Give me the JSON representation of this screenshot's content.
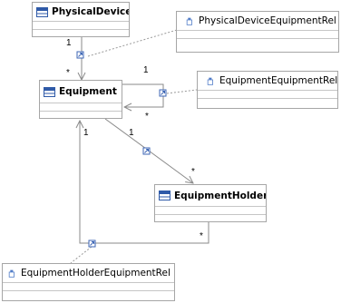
{
  "colors": {
    "line": "#8a8a8a",
    "box_border": "#a6a6a6",
    "entity_icon": "#2f5aa8",
    "assoc_icon": "#4a77c6"
  },
  "classes": {
    "physical_device": {
      "name": "PhysicalDevice",
      "icon": "entity-class-icon"
    },
    "equipment": {
      "name": "Equipment",
      "icon": "entity-class-icon"
    },
    "equipment_holder": {
      "name": "EquipmentHolder",
      "icon": "entity-class-icon"
    },
    "physical_device_equipment_rel": {
      "name": "PhysicalDeviceEquipmentRel",
      "icon": "association-class-icon"
    },
    "equipment_equipment_rel": {
      "name": "EquipmentEquipmentRel",
      "icon": "association-class-icon"
    },
    "equipment_holder_equipment_rel": {
      "name": "EquipmentHolderEquipmentRel",
      "icon": "association-class-icon"
    }
  },
  "multiplicities": {
    "physdev_source": "1",
    "physdev_target": "*",
    "self_source": "1",
    "self_target": "*",
    "holder_source": "1",
    "holder_target": "*",
    "holder_rel_source": "1",
    "holder_rel_target": "*"
  }
}
